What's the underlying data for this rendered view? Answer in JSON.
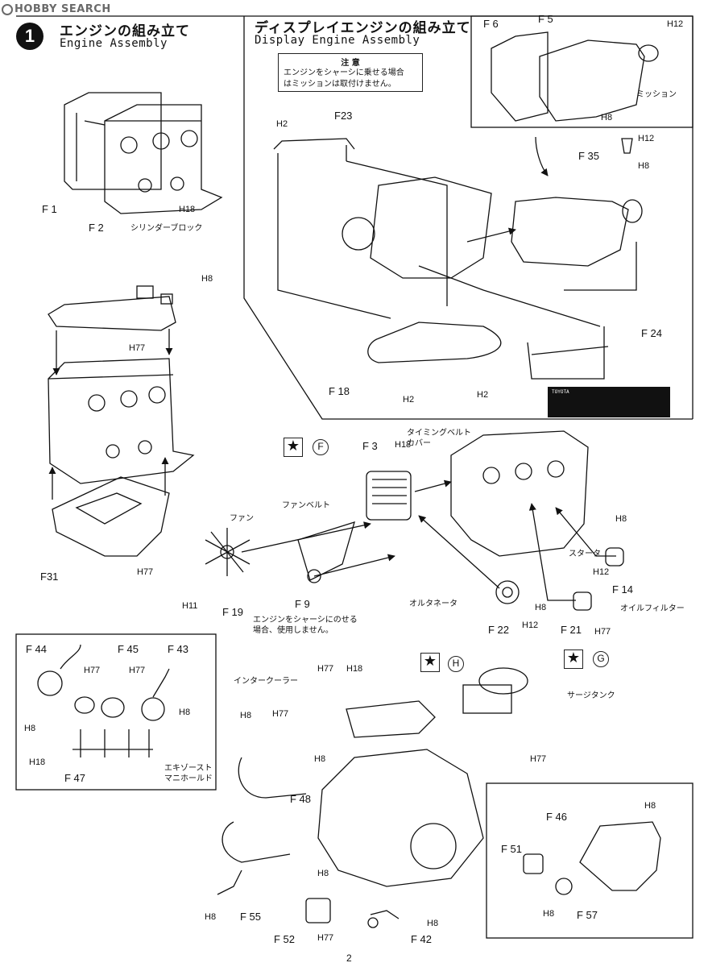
{
  "watermark": "HOBBY SEARCH",
  "step": {
    "number": "1",
    "title_jp": "エンジンの組み立て",
    "title_en": "Engine Assembly"
  },
  "display_section": {
    "title_jp": "ディスプレイエンジンの組み立て",
    "title_en": "Display Engine Assembly",
    "caution_title": "注 意",
    "caution_line1": "エンジンをシャーシに乗せる場合",
    "caution_line2": "はミッションは取付けません。"
  },
  "labels": {
    "f1": "F 1",
    "f2": "F 2",
    "cyl_block": "シリンダーブロック",
    "h18_a": "H18",
    "h8_a": "H8",
    "h77_a": "H77",
    "f31": "F31",
    "h77_b": "H77",
    "f6": "F 6",
    "f5": "F 5",
    "h12_a": "H12",
    "mission": "ミッション",
    "h8_b": "H8",
    "h2_a": "H2",
    "f23": "F23",
    "f35": "F 35",
    "h12_b": "H12",
    "h8_c": "H8",
    "f24": "F 24",
    "f18": "F 18",
    "h2_b": "H2",
    "h2_c": "H2",
    "f_circle": "F",
    "f3": "F 3",
    "h18_b": "H18",
    "timing_belt": "タイミングベルト",
    "timing_cover": "カバー",
    "fan": "ファン",
    "fan_belt": "ファンベルト",
    "h11": "H11",
    "f19": "F 19",
    "f9": "F 9",
    "note_line1": "エンジンをシャーシにのせる",
    "note_line2": "場合、使用しません。",
    "h8_d": "H8",
    "starter": "スタータ",
    "h12_c": "H12",
    "f14": "F 14",
    "alternator": "オルタネータ",
    "h8_e": "H8",
    "f22": "F 22",
    "h12_d": "H12",
    "f21": "F 21",
    "h77_c": "H77",
    "oil_filter": "オイルフィルター",
    "f44": "F 44",
    "f45": "F 45",
    "f43": "F 43",
    "h77_d": "H77",
    "h77_e": "H77",
    "h8_f": "H8",
    "h8_g": "H8",
    "h18_c": "H18",
    "f47": "F 47",
    "exhaust1": "エキゾースト",
    "exhaust2": "マニホールド",
    "intercooler": "インタークーラー",
    "h77_f": "H77",
    "h18_d": "H18",
    "h_circle": "H",
    "g_circle": "G",
    "surge_tank": "サージタンク",
    "h8_h": "H8",
    "h77_g": "H77",
    "h8_i": "H8",
    "h77_h": "H77",
    "f48": "F 48",
    "h8_j": "H8",
    "f55": "F 55",
    "h8_k": "H8",
    "f52": "F 52",
    "h77_i": "H77",
    "h8_l": "H8",
    "f42": "F 42",
    "f46": "F 46",
    "h8_m": "H8",
    "f51": "F 51",
    "h8_n": "H8",
    "f57": "F 57",
    "plate_brand": "TOYOTA",
    "page": "2"
  },
  "colors": {
    "ink": "#111111",
    "paper": "#ffffff",
    "watermark": "#6a6a6a"
  }
}
